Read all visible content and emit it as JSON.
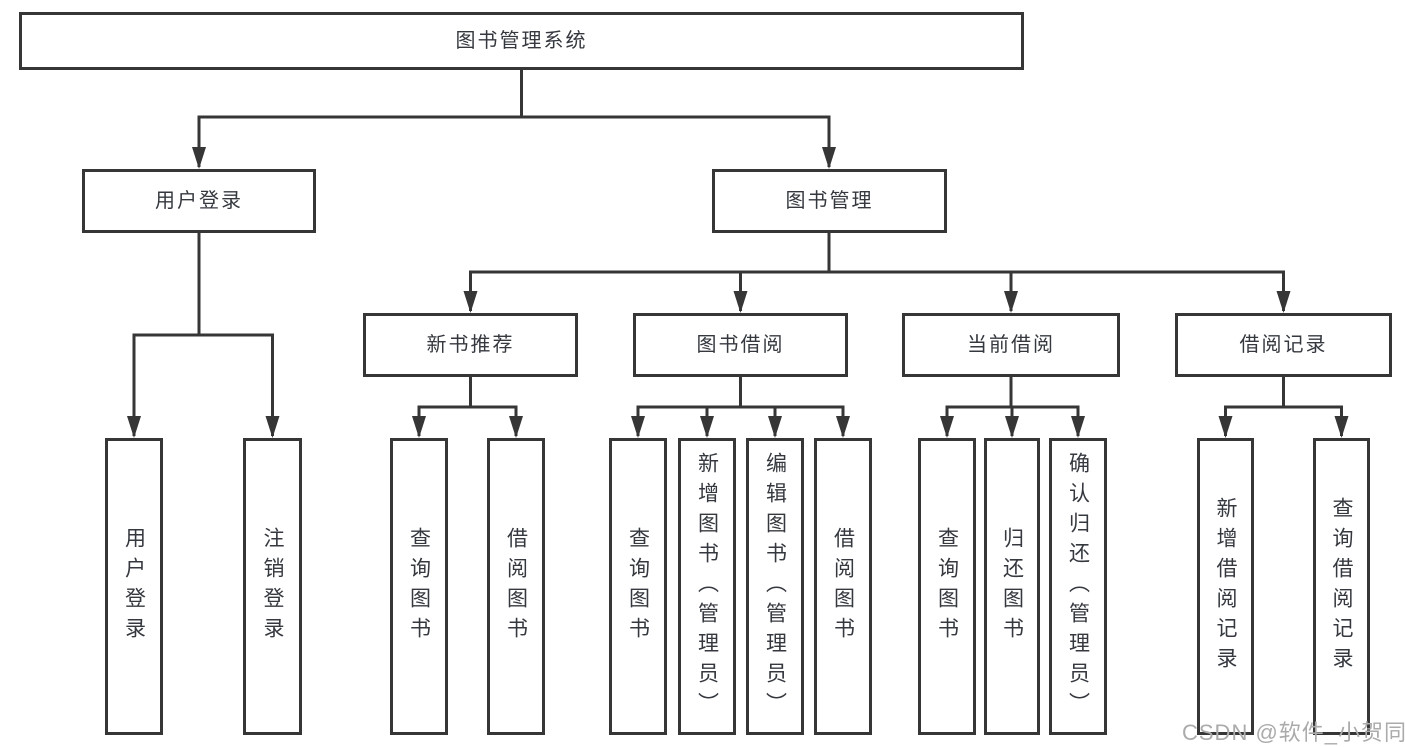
{
  "diagram": {
    "title": "图书管理系统",
    "type": "functional-structure-tree"
  },
  "colors": {
    "line": "#363636",
    "box_border": "#363636",
    "text": "#35393f",
    "watermark": "#ababab",
    "background": "#ffffff"
  },
  "tree": {
    "label": "图书管理系统",
    "children": [
      {
        "label": "用户登录",
        "children": [
          {
            "label": "用户登录"
          },
          {
            "label": "注销登录"
          }
        ]
      },
      {
        "label": "图书管理",
        "children": [
          {
            "label": "新书推荐",
            "children": [
              {
                "label": "查询图书"
              },
              {
                "label": "借阅图书"
              }
            ]
          },
          {
            "label": "图书借阅",
            "children": [
              {
                "label": "查询图书"
              },
              {
                "label": "新增图书（管理员）"
              },
              {
                "label": "编辑图书（管理员）"
              },
              {
                "label": "借阅图书"
              }
            ]
          },
          {
            "label": "当前借阅",
            "children": [
              {
                "label": "查询图书"
              },
              {
                "label": "归还图书"
              },
              {
                "label": "确认归还（管理员）"
              }
            ]
          },
          {
            "label": "借阅记录",
            "children": [
              {
                "label": "新增借阅记录"
              },
              {
                "label": "查询借阅记录"
              }
            ]
          }
        ]
      }
    ]
  },
  "watermark": {
    "text": "CSDN @软件_小贺同学"
  }
}
